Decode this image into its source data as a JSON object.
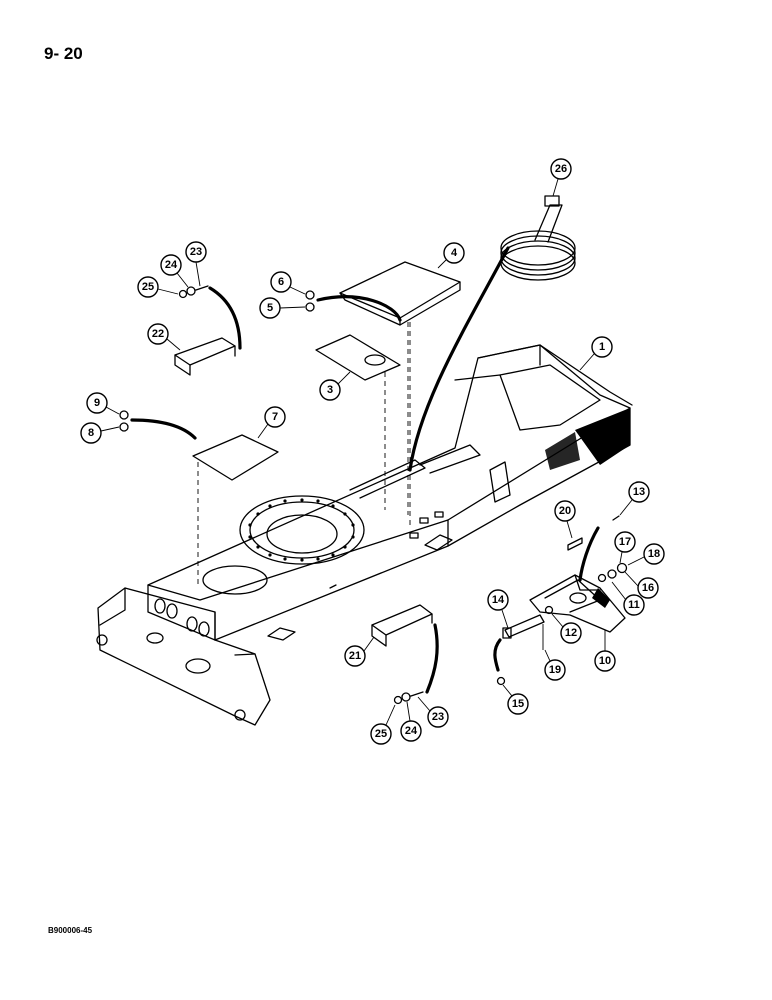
{
  "page": {
    "number": "9- 20",
    "footer_code": "B900006-45"
  },
  "callouts": [
    "1",
    "3",
    "4",
    "5",
    "6",
    "7",
    "8",
    "9",
    "10",
    "11",
    "12",
    "13",
    "14",
    "15",
    "16",
    "17",
    "18",
    "19",
    "20",
    "21",
    "22",
    "23",
    "24",
    "25",
    "23",
    "24",
    "25",
    "26"
  ]
}
